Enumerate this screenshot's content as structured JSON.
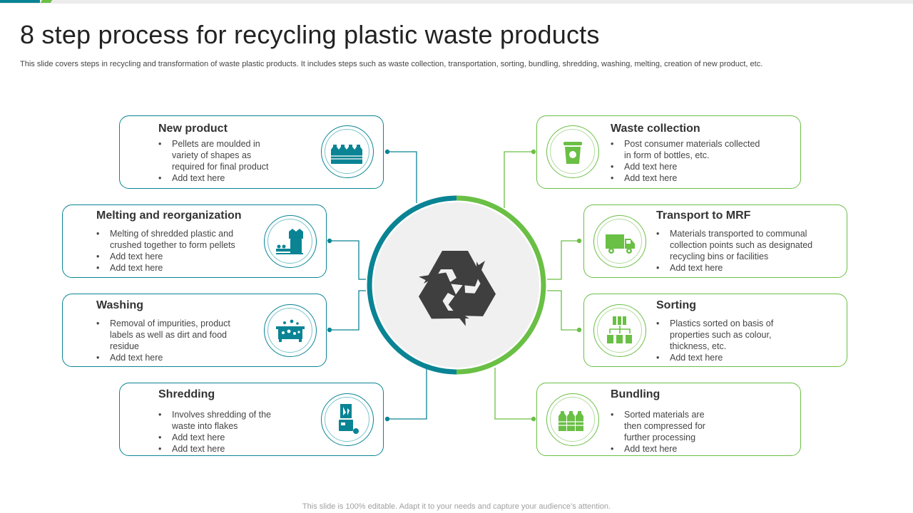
{
  "slide": {
    "title": "8 step process for recycling plastic waste products",
    "subtitle": "This slide covers steps in recycling and transformation of waste plastic products. It includes steps such as waste collection, transportation, sorting, bundling, shredding, washing, melting, creation of new product, etc.",
    "footer": "This slide is 100% editable. Adapt it to your needs and capture your audience’s attention."
  },
  "colors": {
    "teal": "#0a8494",
    "green": "#6abf45",
    "icon_dark": "#3f3f3f",
    "center_fill": "#f0f0f0"
  },
  "center": {
    "icon": "recycle-icon"
  },
  "steps_left": [
    {
      "title": "New product",
      "icon": "bottles-icon",
      "bullets": [
        "Pellets are moulded in variety of shapes as required for final product",
        "Add text here"
      ]
    },
    {
      "title": "Melting and reorganization",
      "icon": "melting-machine-icon",
      "bullets": [
        "Melting of shredded plastic and crushed together to form pellets",
        "Add text here",
        "Add text here"
      ]
    },
    {
      "title": "Washing",
      "icon": "washing-tub-icon",
      "bullets": [
        "Removal of impurities, product labels as well as dirt and food residue",
        "Add text here"
      ]
    },
    {
      "title": "Shredding",
      "icon": "shredder-icon",
      "bullets": [
        "Involves shredding of the waste into flakes",
        "Add text here",
        "Add text here"
      ]
    }
  ],
  "steps_right": [
    {
      "title": "Waste collection",
      "icon": "trash-bin-icon",
      "bullets": [
        "Post consumer materials collected in form of bottles, etc.",
        "Add text here",
        "Add text here"
      ]
    },
    {
      "title": "Transport to MRF",
      "icon": "truck-icon",
      "bullets": [
        "Materials transported to communal collection points such as designated recycling bins or facilities",
        "Add text here"
      ]
    },
    {
      "title": "Sorting",
      "icon": "sorting-icon",
      "bullets": [
        "Plastics sorted on basis of properties such as colour, thickness, etc.",
        "Add text here"
      ]
    },
    {
      "title": "Bundling",
      "icon": "bundled-bottles-icon",
      "bullets": [
        "Sorted materials are then compressed for further processing",
        "Add text here"
      ]
    }
  ]
}
